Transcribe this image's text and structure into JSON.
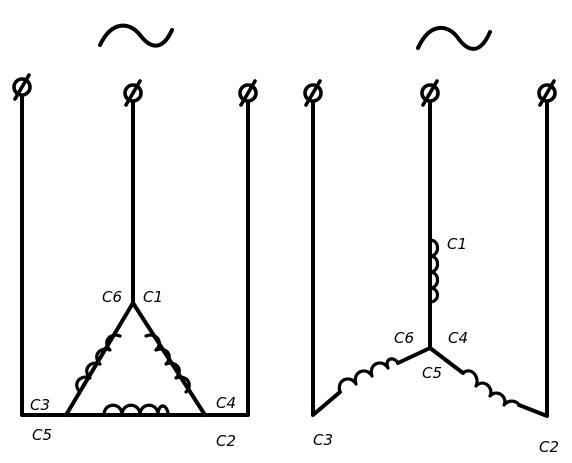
{
  "delta": {
    "symbol": "~",
    "labels": {
      "c6": "C6",
      "c1": "C1",
      "c3": "C3",
      "c4": "C4",
      "c5": "C5",
      "c2": "C2"
    }
  },
  "star": {
    "symbol": "~",
    "labels": {
      "c1": "C1",
      "c6": "C6",
      "c4": "C4",
      "c5": "C5",
      "c3": "C3",
      "c2": "C2"
    }
  }
}
